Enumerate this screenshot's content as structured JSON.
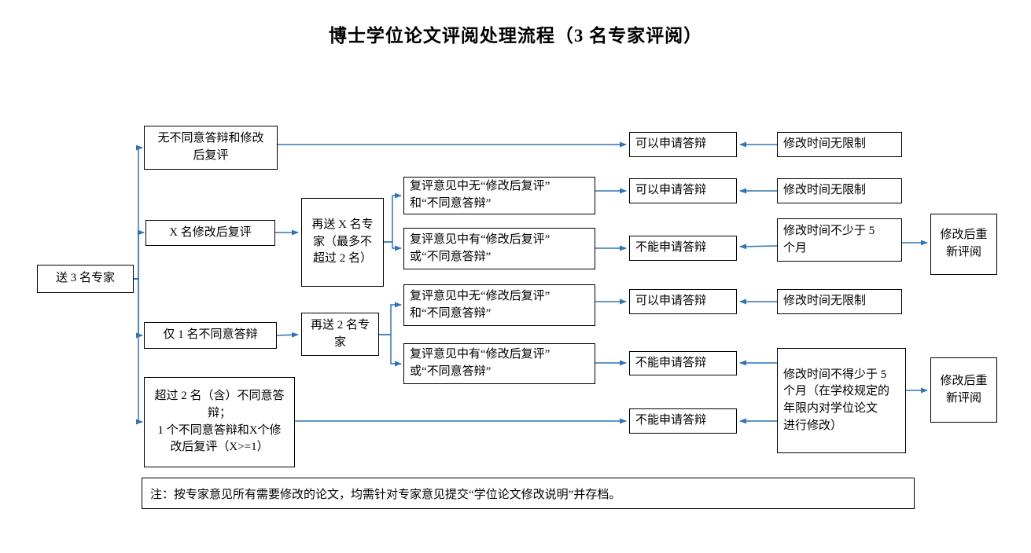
{
  "title": "博士学位论文评阅处理流程（3 名专家评阅）",
  "colors": {
    "arrow": "#2E75B6",
    "box_border": "#000000"
  },
  "nodes": {
    "start": "送 3 名专家",
    "no_objection": "无不同意答辩和修改\n后复评",
    "x_revise": "X 名修改后复评",
    "one_objection": "仅 1 名不同意答辩",
    "over_two": "超过 2 名（含）不同意答\n辩；\n1 个不同意答辩和X个修\n改后复评（X>=1）",
    "resend_x": "再送 X 名专\n家（最多不\n超过 2 名）",
    "resend_2": "再送 2 名专\n家",
    "reeval_without": "复评意见中无“修改后复评”\n和“不同意答辩”",
    "reeval_with": "复评意见中有“修改后复评”\n或“不同意答辩”",
    "can_defend": "可以申请答辩",
    "cannot_defend": "不能申请答辩",
    "no_time_limit": "修改时间无限制",
    "min_5_months": "修改时间不少于 5\n个月",
    "min_5_months_detail": "修改时间不得少于 5\n个月（在学校规定的\n年限内对学位论文\n进行修改）",
    "re_review": "修改后重\n新评阅",
    "note": "注：按专家意见所有需要修改的论文，均需针对专家意见提交“学位论文修改说明”并存档。"
  }
}
